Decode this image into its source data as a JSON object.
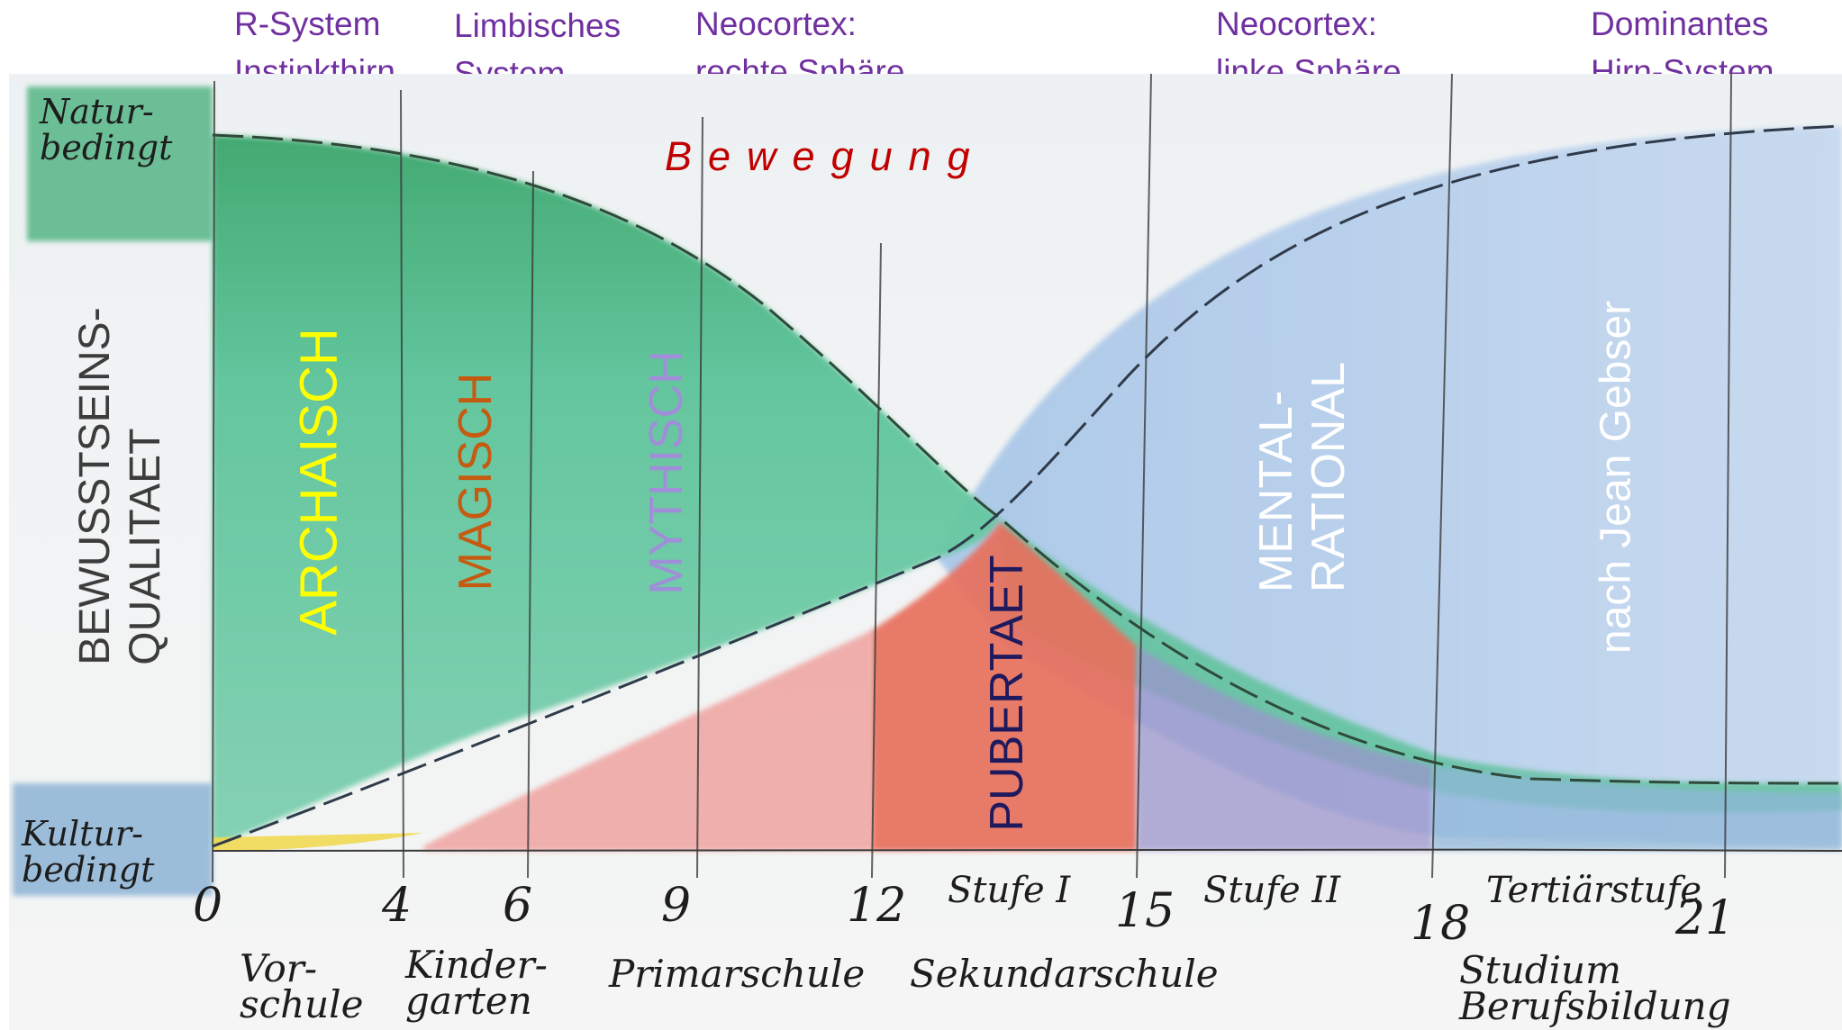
{
  "brain_systems": [
    {
      "line1": "R-System",
      "line2": "Instinkthirn"
    },
    {
      "line1": "Limbisches",
      "line2": "System"
    },
    {
      "line1": "Neocortex:",
      "line2": "rechte Sphäre"
    },
    {
      "line1": "Neocortex:",
      "line2": "linke Sphäre"
    },
    {
      "line1": "Dominantes",
      "line2": "Hirn-System"
    }
  ],
  "movement": "Bewegung",
  "y_axis": {
    "title_line1": "BEWUSSTSEINS-",
    "title_line2": "QUALITAET",
    "top_note_line1": "Natur-",
    "top_note_line2": "bedingt",
    "bottom_note_line1": "Kultur-",
    "bottom_note_line2": "bedingt"
  },
  "stages": {
    "archaisch": "ARCHAISCH",
    "magisch": "MAGISCH",
    "mythisch": "MYTHISCH",
    "pubertaet": "PUBERTAET",
    "mental_line1": "MENTAL-",
    "mental_line2": "RATIONAL",
    "credit": "nach Jean Gebser"
  },
  "ages": [
    "0",
    "4",
    "6",
    "9",
    "12",
    "15",
    "18",
    "21"
  ],
  "stufen": [
    "Stufe I",
    "Stufe II",
    "Tertiärstufe"
  ],
  "schools": {
    "vorschule_line1": "Vor-",
    "vorschule_line2": "schule",
    "kindergarten_line1": "Kinder-",
    "kindergarten_line2": "garten",
    "primarschule": "Primarschule",
    "sekundarschule": "Sekundarschule",
    "studium_line1": "Studium",
    "studium_line2": "Berufsbildung"
  },
  "colors": {
    "label_purple": "#7030a0",
    "bewegung_red": "#c00000",
    "archaisch_yellow": "#ffff00",
    "magisch_orange": "#c55a11",
    "mythisch_lavender": "#a08ed8",
    "pubertaet_navy": "#1f1a5e",
    "mental_white": "#ffffff",
    "green_wash": "#4bbf86",
    "blue_wash": "#9dbfe3",
    "red_wash": "#ea7a6a"
  }
}
